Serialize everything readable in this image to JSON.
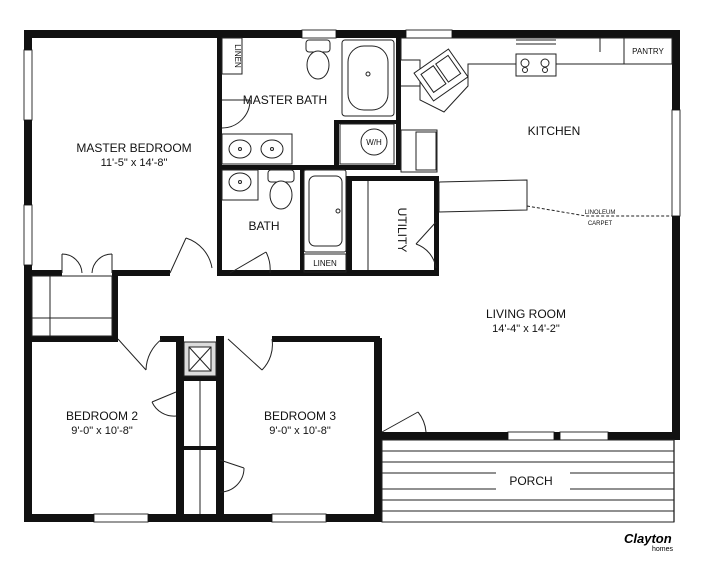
{
  "rooms": {
    "master_bedroom": {
      "name": "MASTER BEDROOM",
      "size": "11'-5\" x 14'-8\""
    },
    "master_bath": {
      "name": "MASTER BATH"
    },
    "kitchen": {
      "name": "KITCHEN"
    },
    "bath": {
      "name": "BATH"
    },
    "utility": {
      "name": "UTILITY"
    },
    "living_room": {
      "name": "LIVING ROOM",
      "size": "14'-4\" x 14'-2\""
    },
    "bedroom2": {
      "name": "BEDROOM 2",
      "size": "9'-0\" x 10'-8\""
    },
    "bedroom3": {
      "name": "BEDROOM 3",
      "size": "9'-0\" x 10'-8\""
    },
    "porch": {
      "name": "PORCH"
    }
  },
  "labels": {
    "linen_master": "LINEN",
    "linen_bath": "LINEN",
    "water_heater": "W/H",
    "pantry": "PANTRY",
    "linoleum": "LINOLEUM",
    "carpet": "CARPET"
  },
  "logo": {
    "name": "Clayton",
    "sub": "homes"
  }
}
